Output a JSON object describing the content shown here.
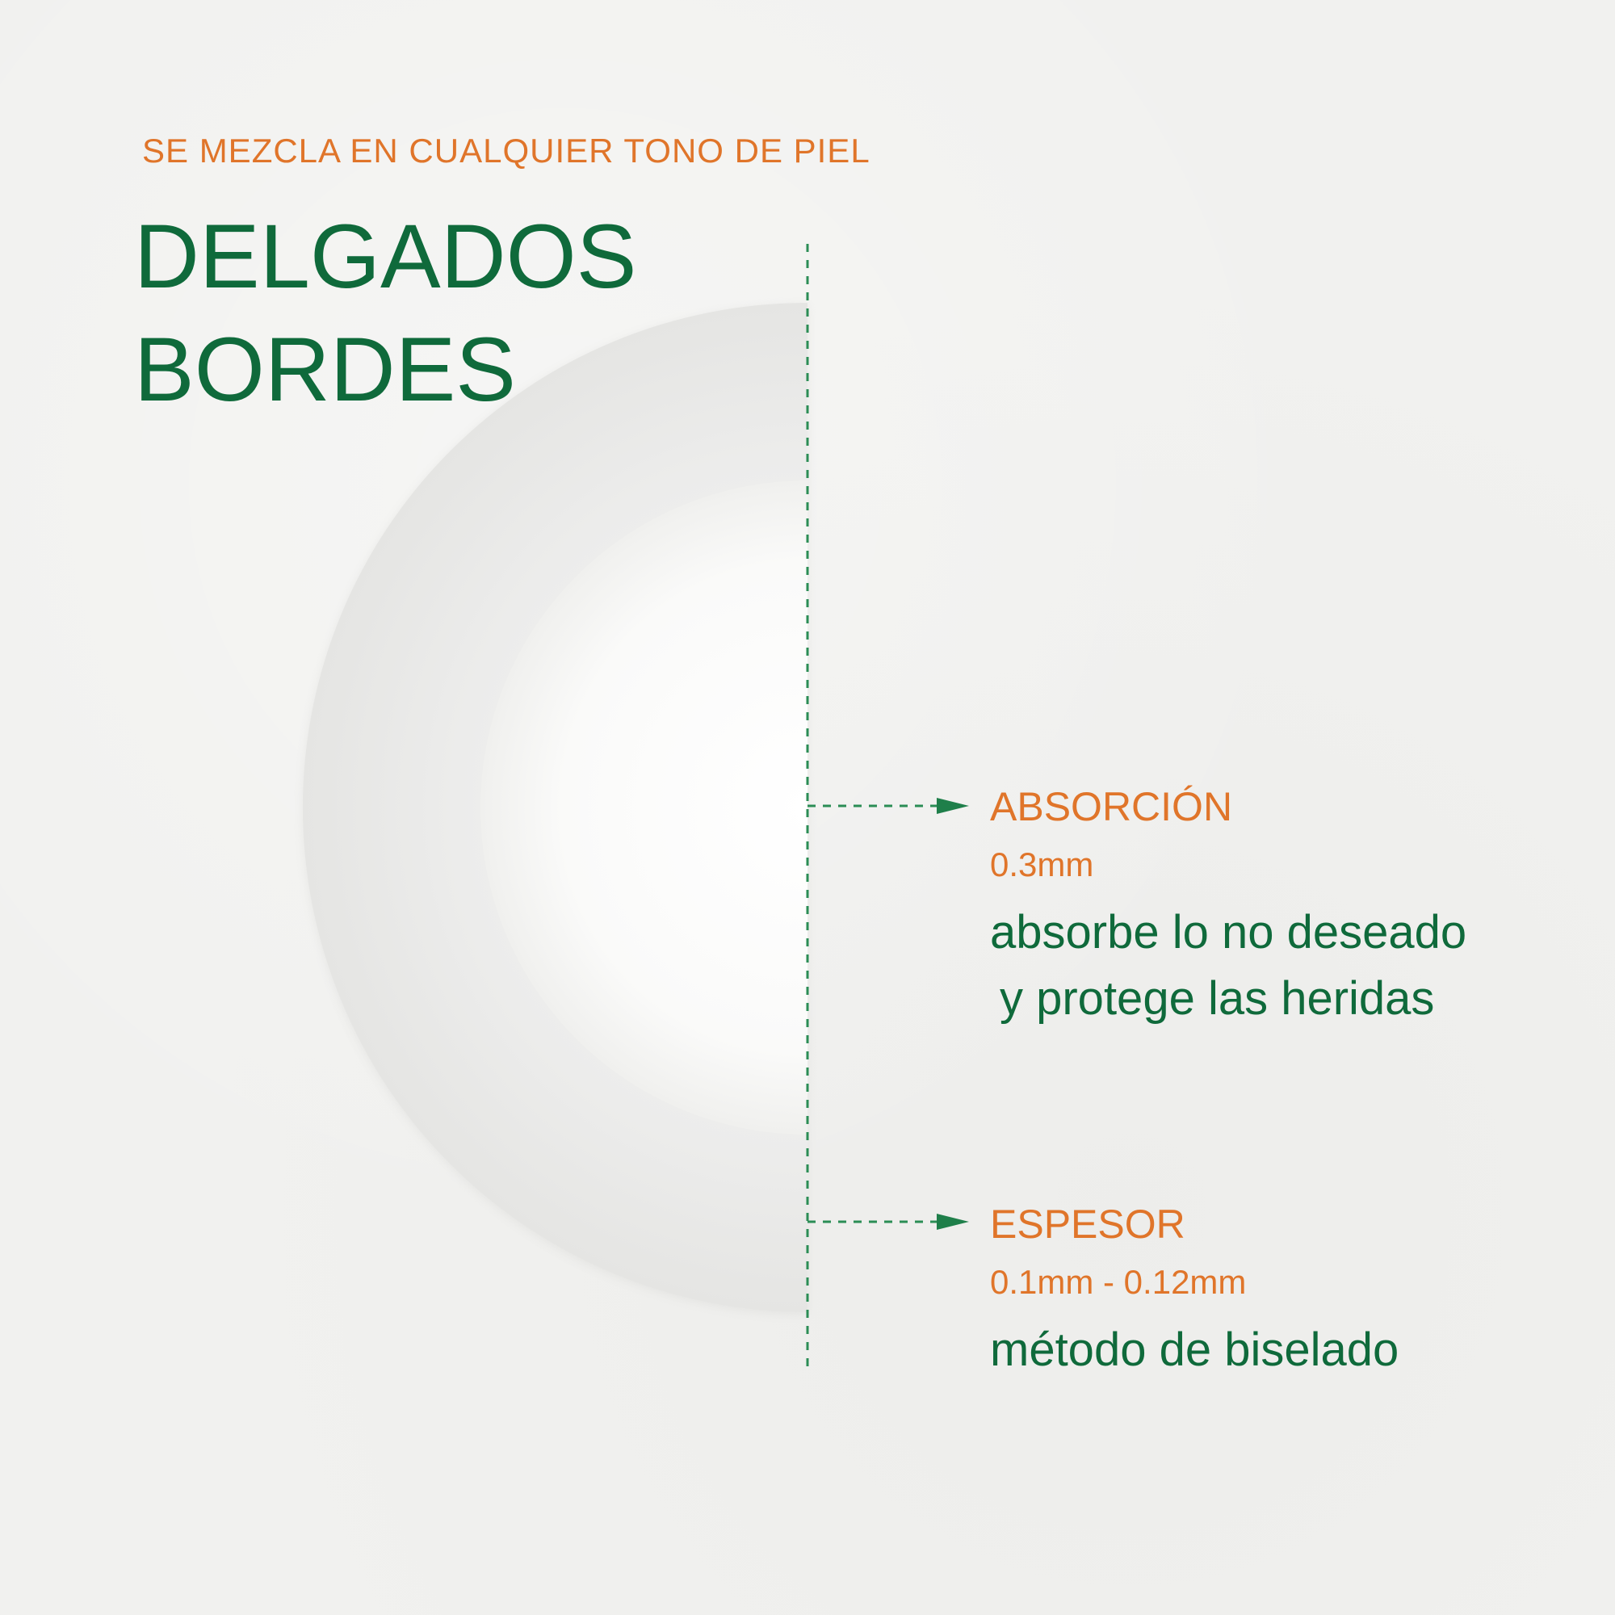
{
  "eyebrow": "SE MEZCLA EN CUALQUIER TONO DE PIEL",
  "headline": {
    "line1": "DELGADOS",
    "line2": "BORDES"
  },
  "labels": {
    "absorcion": {
      "title": "ABSORCIÓN",
      "measure": "0.3mm",
      "description_line1": "absorbe lo no deseado",
      "description_line2": "y protege las heridas"
    },
    "espesor": {
      "title": "ESPESOR",
      "measure": "0.1mm - 0.12mm",
      "description": "método de biselado"
    }
  },
  "colors": {
    "accent_orange": "#e0752a",
    "brand_green": "#0f6a3b",
    "background": "#f1f1ef"
  }
}
